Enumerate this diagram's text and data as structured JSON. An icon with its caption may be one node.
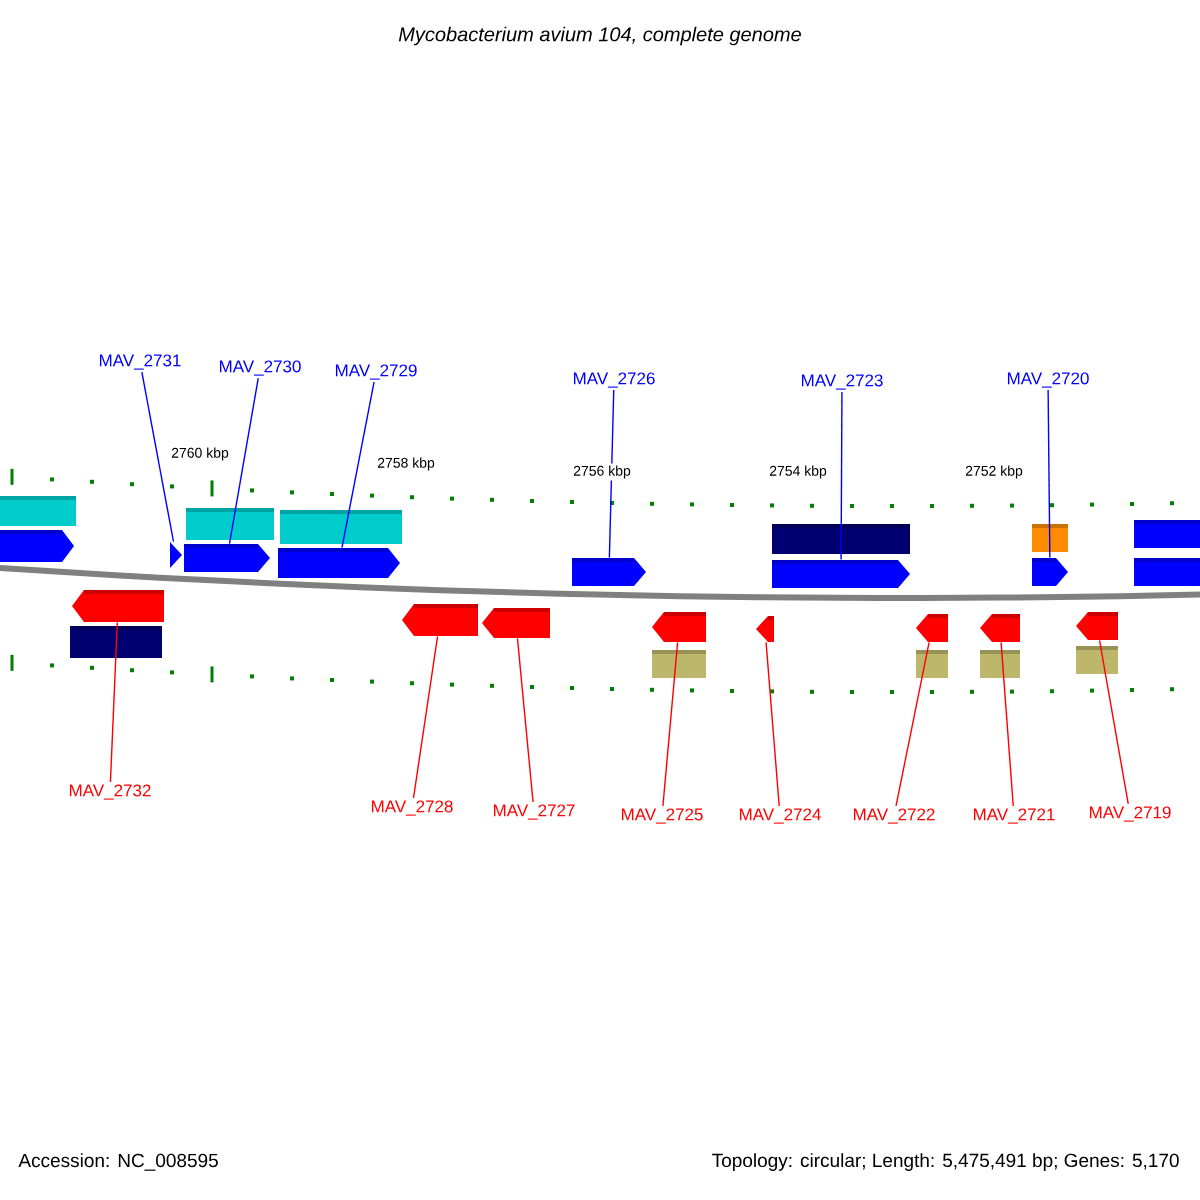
{
  "diagram": {
    "title": "Mycobacterium avium 104, complete genome",
    "nodes": [
      {
        "text": [
          "MAV_2731"
        ]
      },
      {
        "text": [
          "MAV_2730"
        ]
      },
      {
        "text": [
          "MAV_2729"
        ]
      },
      {
        "text": [
          "MAV_2726"
        ]
      },
      {
        "text": [
          "MAV_2723"
        ]
      },
      {
        "text": [
          "MAV_2720"
        ]
      },
      {
        "text": [
          "MAV_2732"
        ]
      },
      {
        "text": [
          "MAV_2728"
        ]
      },
      {
        "text": [
          "MAV_2727"
        ]
      },
      {
        "text": [
          "MAV_2725"
        ]
      },
      {
        "text": [
          "MAV_2724"
        ]
      },
      {
        "text": [
          "MAV_2722"
        ]
      },
      {
        "text": [
          "MAV_2721"
        ]
      },
      {
        "text": [
          "MAV_2719"
        ]
      },
      {
        "text": [],
        "shape": "arrow"
      },
      {
        "text": [],
        "shape": "arrow"
      },
      {
        "text": [],
        "shape": "arrow"
      },
      {
        "text": [],
        "shape": "arrow"
      },
      {
        "text": [],
        "shape": "arrow"
      },
      {
        "text": [],
        "shape": "arrow"
      },
      {
        "text": [],
        "shape": "arrow"
      },
      {
        "text": [],
        "shape": "arrow"
      },
      {
        "text": [],
        "shape": "arrow"
      },
      {
        "text": [],
        "shape": "arrow"
      },
      {
        "text": [],
        "shape": "arrow"
      },
      {
        "text": [],
        "shape": "arrow"
      },
      {
        "text": [],
        "shape": "arrow"
      },
      {
        "text": [],
        "shape": "arrow"
      },
      {
        "text": [],
        "shape": "box"
      },
      {
        "text": [],
        "shape": "box"
      },
      {
        "text": [],
        "shape": "box"
      },
      {
        "text": [],
        "shape": "arrow"
      },
      {
        "text": [],
        "shape": "box"
      },
      {
        "text": [],
        "shape": "box"
      },
      {
        "text": [],
        "shape": "box"
      },
      {
        "text": [],
        "shape": "box"
      },
      {
        "text": [],
        "shape": "box"
      },
      {
        "text": [],
        "shape": "box"
      },
      {
        "text": [],
        "shape": "box"
      },
      {
        "text": [],
        "shape": "box"
      },
      {
        "text": [],
        "shape": "box"
      }
    ],
    "edges": [
      {
        "from": 0,
        "to": 14,
        "arrow": "none",
        "color": "#0000ff"
      },
      {
        "from": 1,
        "to": 15,
        "arrow": "none",
        "color": "#0000ff"
      },
      {
        "from": 2,
        "to": 16,
        "arrow": "none",
        "color": "#0000ff"
      },
      {
        "from": 3,
        "to": 17,
        "arrow": "none",
        "color": "#0000ff"
      },
      {
        "from": 4,
        "to": 18,
        "arrow": "none",
        "color": "#0000ff"
      },
      {
        "from": 5,
        "to": 19,
        "arrow": "none",
        "color": "#0000ff"
      },
      {
        "from": 6,
        "to": 20,
        "arrow": "none"
      },
      {
        "from": 7,
        "to": 21,
        "arrow": "none"
      },
      {
        "from": 8,
        "to": 22,
        "arrow": "none"
      },
      {
        "from": 9,
        "to": 23,
        "arrow": "none"
      },
      {
        "from": 10,
        "to": 24,
        "arrow": "none"
      },
      {
        "from": 11,
        "to": 25,
        "arrow": "none"
      },
      {
        "from": 12,
        "to": 26,
        "arrow": "none"
      },
      {
        "from": 13,
        "to": 27,
        "arrow": "none"
      }
    ],
    "labels": [
      "2760 kbp",
      "2758 kbp",
      "2756 kbp",
      "2754 kbp",
      "2752 kbp",
      "Accession: NC_008595",
      "Topology: circular; Length: 5,475,491 bp; Genes: 5,170"
    ]
  }
}
